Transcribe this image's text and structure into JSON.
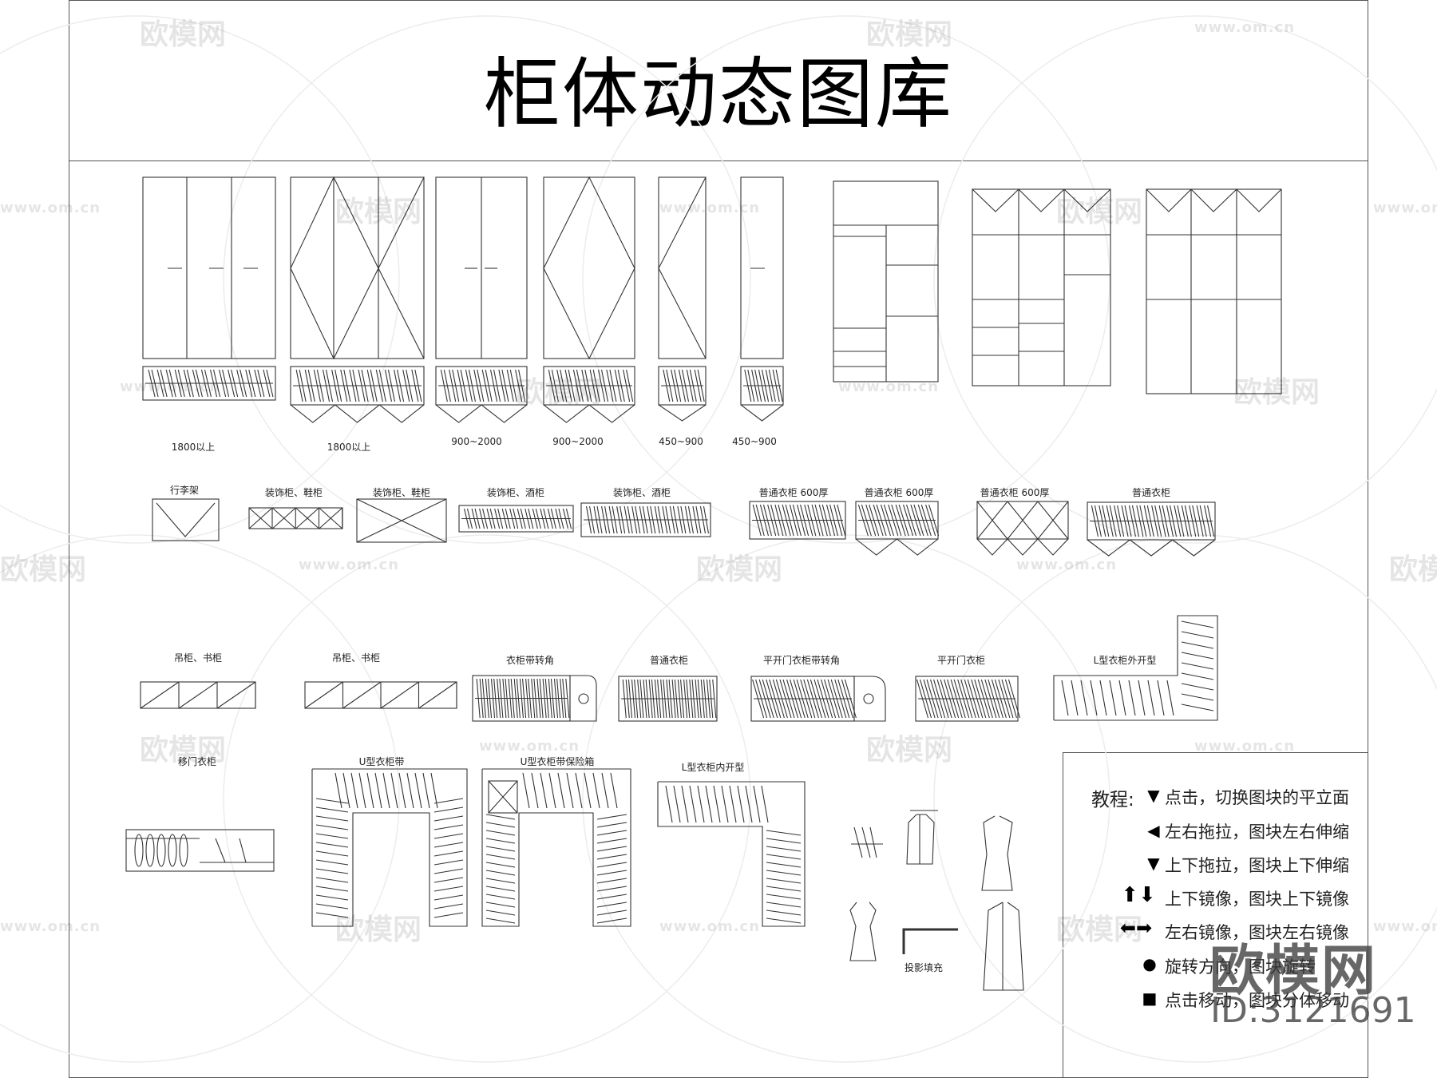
{
  "title": "柜体动态图库",
  "row1_labels": [
    "1800以上",
    "1800以上",
    "900~2000",
    "900~2000",
    "450~900",
    "450~900"
  ],
  "row2_labels": [
    "行李架",
    "装饰柜、鞋柜",
    "装饰柜、鞋柜",
    "装饰柜、酒柜",
    "装饰柜、酒柜",
    "普通衣柜 600厚",
    "普通衣柜 600厚",
    "普通衣柜 600厚",
    "普通衣柜"
  ],
  "row3_labels": [
    "吊柜、书柜",
    "吊柜、书柜",
    "衣柜带转角",
    "普通衣柜",
    "平开门衣柜带转角",
    "平开门衣柜",
    "L型衣柜外开型"
  ],
  "row4_labels": [
    "移门衣柜",
    "U型衣柜带",
    "U型衣柜带保险箱",
    "L型衣柜内开型"
  ],
  "projection_label": "投影填充",
  "tutorial": {
    "heading": "教程:",
    "items": [
      {
        "icon": "triangle-down-icon",
        "text": "点击，切换图块的平立面"
      },
      {
        "icon": "triangle-left-icon",
        "text": "左右拖拉，图块左右伸缩"
      },
      {
        "icon": "triangle-down-icon",
        "text": "上下拖拉，图块上下伸缩"
      },
      {
        "icon": "flip-vertical-icon",
        "text": "上下镜像，图块上下镜像"
      },
      {
        "icon": "flip-horizontal-icon",
        "text": "左右镜像，图块左右镜像"
      },
      {
        "icon": "rotate-dot-icon",
        "text": "旋转方向，图块旋转"
      },
      {
        "icon": "move-square-icon",
        "text": "点击移动，图块分体移动"
      }
    ]
  },
  "watermark": {
    "brand": "欧模网",
    "url": "www.om.cn"
  },
  "stamp": {
    "brand": "欧模网",
    "id": "ID:3121691"
  }
}
